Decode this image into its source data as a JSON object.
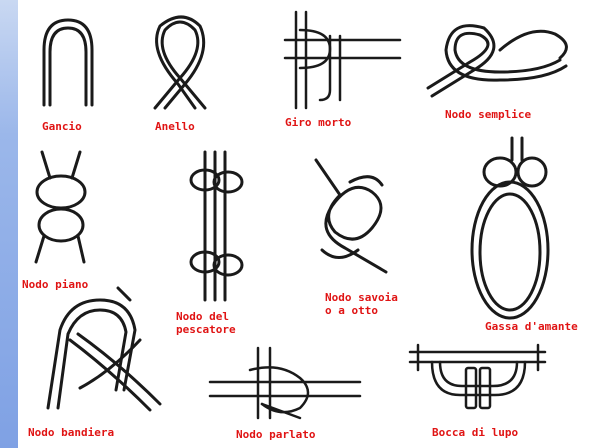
{
  "knots": [
    {
      "id": "gancio",
      "label": "Gancio",
      "icon": "hook-knot-icon"
    },
    {
      "id": "anello",
      "label": "Anello",
      "icon": "loop-knot-icon"
    },
    {
      "id": "giro-morto",
      "label": "Giro morto",
      "icon": "round-turn-knot-icon"
    },
    {
      "id": "nodo-semplice",
      "label": "Nodo semplice",
      "icon": "overhand-knot-icon"
    },
    {
      "id": "nodo-piano",
      "label": "Nodo piano",
      "icon": "reef-knot-icon"
    },
    {
      "id": "nodo-del-pescatore",
      "label": "Nodo del\npescatore",
      "icon": "fisherman-knot-icon"
    },
    {
      "id": "nodo-savoia",
      "label": "Nodo savoia\no a otto",
      "icon": "figure-eight-knot-icon"
    },
    {
      "id": "gassa-d-amante",
      "label": "Gassa d'amante",
      "icon": "bowline-knot-icon"
    },
    {
      "id": "nodo-bandiera",
      "label": "Nodo bandiera",
      "icon": "sheet-bend-knot-icon"
    },
    {
      "id": "nodo-parlato",
      "label": "Nodo parlato",
      "icon": "clove-hitch-knot-icon"
    },
    {
      "id": "bocca-di-lupo",
      "label": "Bocca di lupo",
      "icon": "cow-hitch-knot-icon"
    }
  ],
  "colors": {
    "label": "#e01414",
    "line": "#1a1a1a",
    "sidebar": "#7fa1e4"
  }
}
